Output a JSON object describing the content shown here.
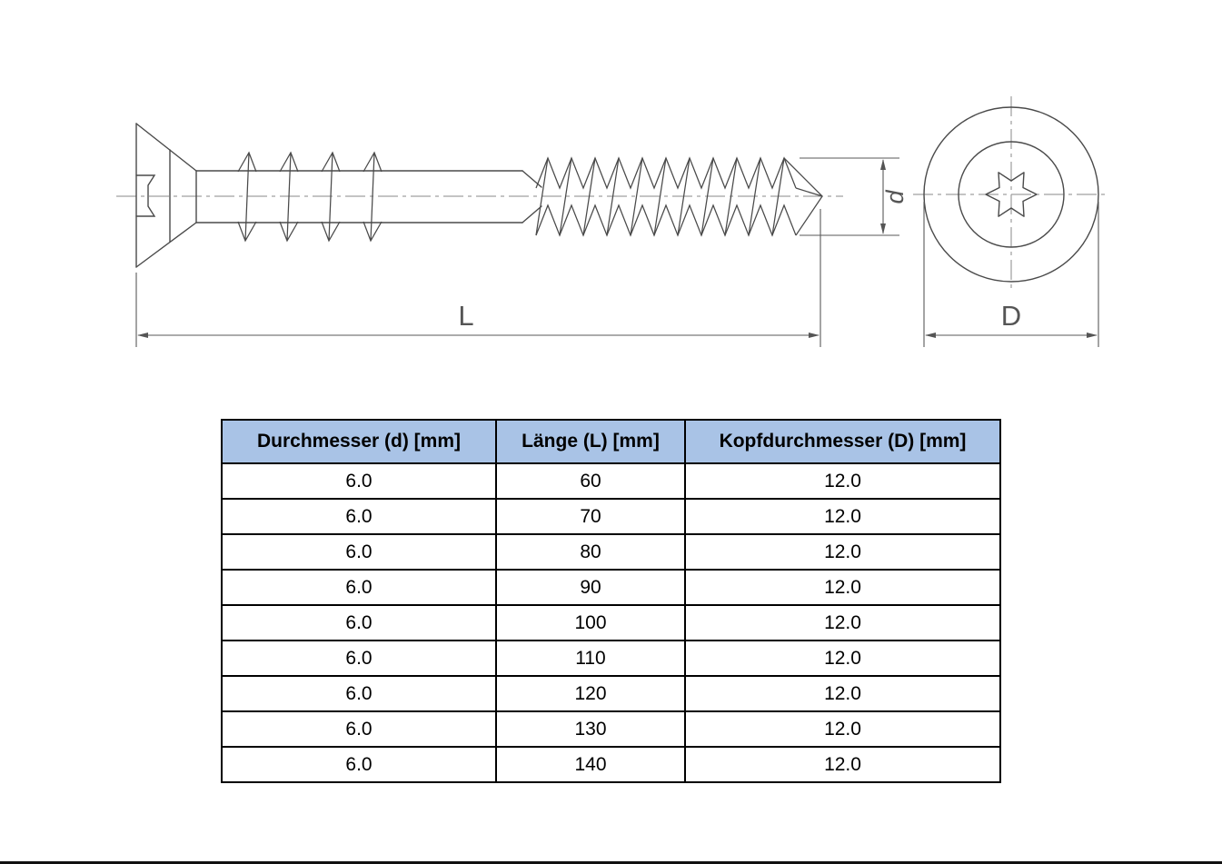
{
  "drawing": {
    "labels": {
      "length": "L",
      "shaft_diameter": "d",
      "head_diameter": "D"
    },
    "line_color": "#4a4a4a"
  },
  "table": {
    "header_bg": "#a9c3e6",
    "headers": [
      "Durchmesser (d) [mm]",
      "Länge (L) [mm]",
      "Kopfdurchmesser (D) [mm]"
    ],
    "rows": [
      [
        "6.0",
        "60",
        "12.0"
      ],
      [
        "6.0",
        "70",
        "12.0"
      ],
      [
        "6.0",
        "80",
        "12.0"
      ],
      [
        "6.0",
        "90",
        "12.0"
      ],
      [
        "6.0",
        "100",
        "12.0"
      ],
      [
        "6.0",
        "110",
        "12.0"
      ],
      [
        "6.0",
        "120",
        "12.0"
      ],
      [
        "6.0",
        "130",
        "12.0"
      ],
      [
        "6.0",
        "140",
        "12.0"
      ]
    ]
  }
}
